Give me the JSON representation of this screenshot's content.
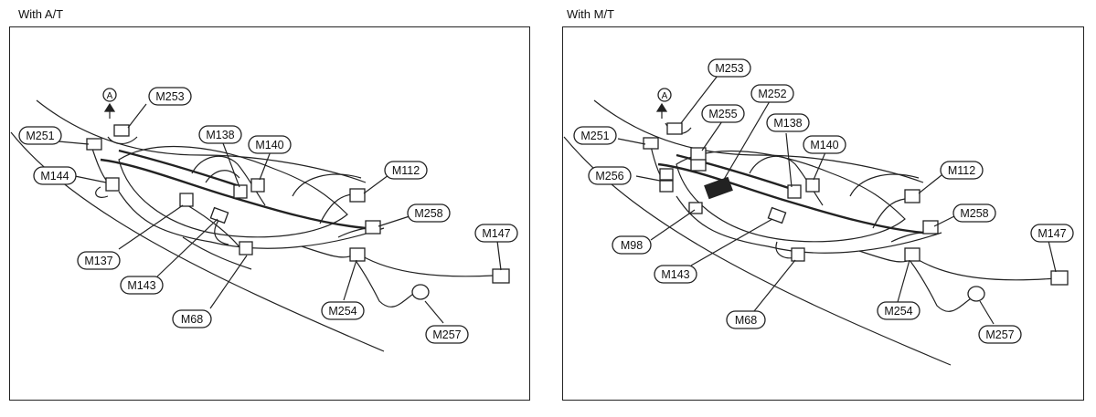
{
  "panels": [
    {
      "title": "With A/T",
      "marker": "A",
      "labels": [
        "M253",
        "M251",
        "M144",
        "M138",
        "M140",
        "M112",
        "M258",
        "M147",
        "M137",
        "M143",
        "M68",
        "M254",
        "M257"
      ]
    },
    {
      "title": "With M/T",
      "marker": "A",
      "labels": [
        "M253",
        "M252",
        "M255",
        "M251",
        "M256",
        "M138",
        "M140",
        "M112",
        "M258",
        "M147",
        "M98",
        "M143",
        "M68",
        "M254",
        "M257"
      ]
    }
  ],
  "icons": {
    "marker": "circled-letter-icon",
    "arrow": "up-arrow-icon"
  }
}
